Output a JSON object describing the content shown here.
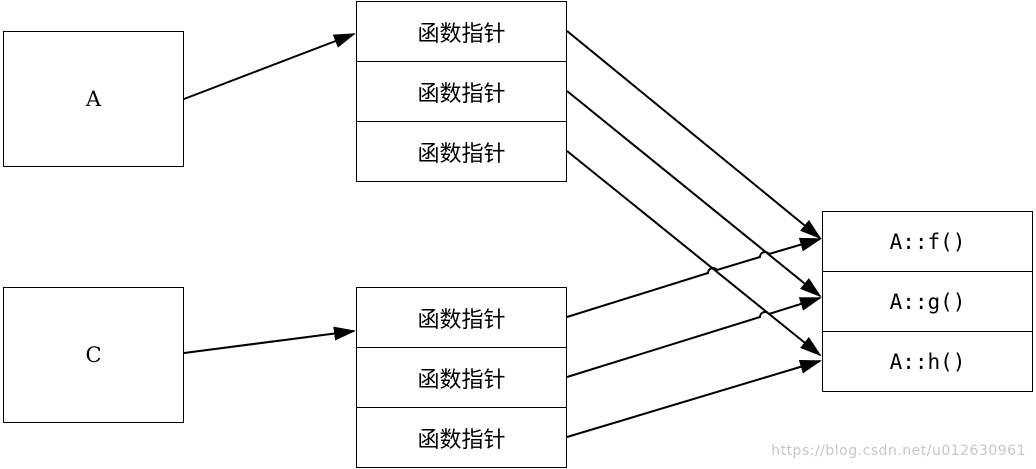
{
  "objects": [
    {
      "label": "A"
    },
    {
      "label": "C"
    }
  ],
  "vtable_a": [
    "函数指针",
    "函数指针",
    "函数指针"
  ],
  "vtable_c": [
    "函数指针",
    "函数指针",
    "函数指针"
  ],
  "functions": [
    "A::f()",
    "A::g()",
    "A::h()"
  ],
  "watermark": "https://blog.csdn.net/u012630961",
  "colors": {
    "line": "#000000",
    "watermark": "#c8c8c8"
  }
}
